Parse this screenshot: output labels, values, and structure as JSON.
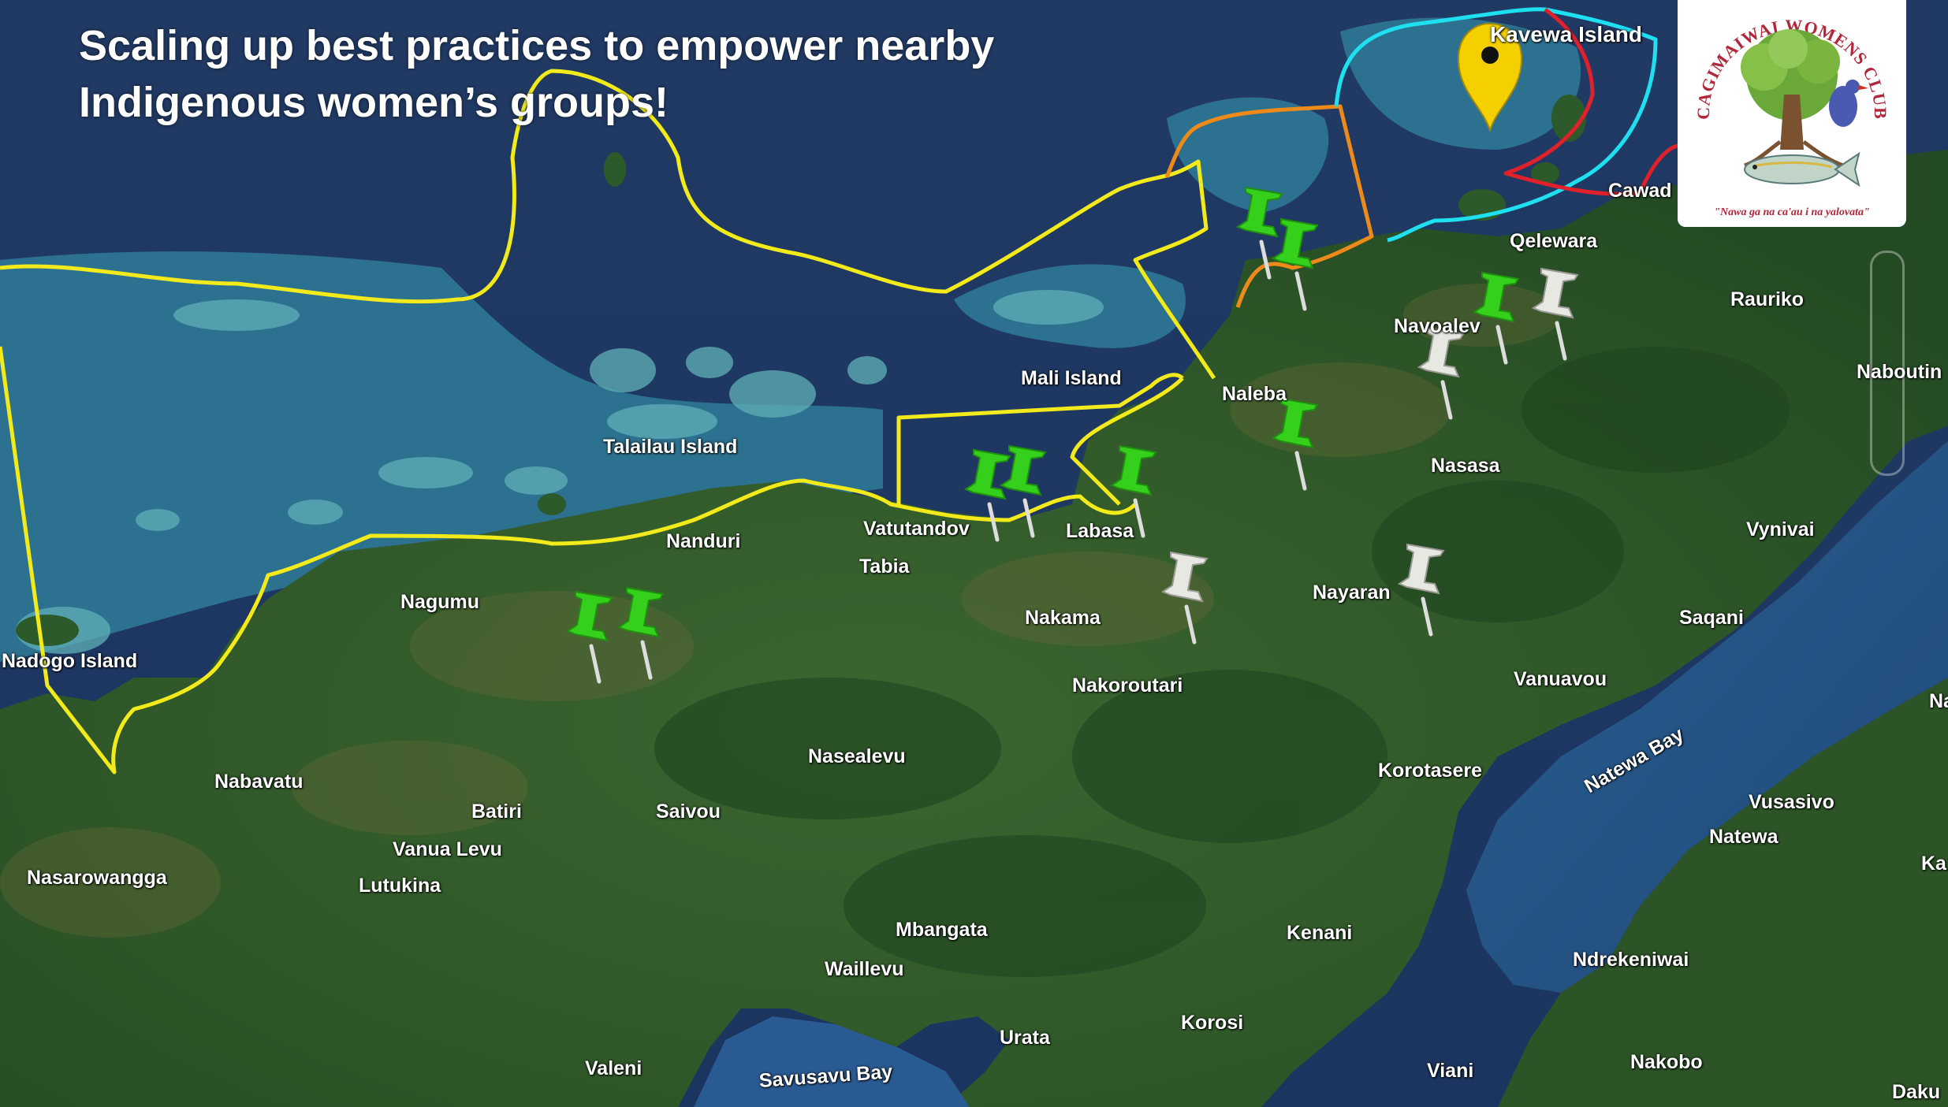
{
  "slide": {
    "title_lines": [
      "Scaling up best practices to empower nearby",
      "Indigenous women’s groups!"
    ]
  },
  "logo": {
    "name": "CAGIMAIWAI WOMENS CLUB",
    "tagline": "\"Nawa ga na ca'au i na yalovata\""
  },
  "map": {
    "colors": {
      "sea_deep": "#1d3a63",
      "sea_shallow": "#2f7a9a",
      "land": "#2f5a2a",
      "boundary_yellow": "#f2ea1a",
      "boundary_orange": "#ee8a1a",
      "boundary_cyan": "#1ee0f0",
      "boundary_red": "#e0202a",
      "pin_green": "#35d01c",
      "pin_white": "#e8e8e2",
      "marker_yellow": "#f5d000"
    },
    "place_labels": [
      "Kavewa Island",
      "Cawad",
      "Qelewara",
      "Rauriko",
      "Naboutin",
      "Navoalev",
      "Mali Island",
      "Naleba",
      "Talailau Island",
      "Nasasa",
      "Vatutandov",
      "Labasa",
      "Nanduri",
      "Tabia",
      "Vynivai",
      "Nagumu",
      "Nayaran",
      "Nakama",
      "Saqani",
      "Nadogo Island",
      "Vanuavou",
      "Nakoroutari",
      "Nasealevu",
      "Korotasere",
      "Nabavatu",
      "Natewa Bay",
      "Vusasivo",
      "Batiri",
      "Saivou",
      "Natewa",
      "Vanua Levu",
      "Nasarowangga",
      "Lutukina",
      "Mbangata",
      "Kenani",
      "Ndrekeniwai",
      "Waillevu",
      "Urata",
      "Korosi",
      "Valeni",
      "Savusavu Bay",
      "Viani",
      "Nakobo",
      "Daku",
      "Ka",
      "Na"
    ],
    "pins": [
      {
        "color": "green"
      },
      {
        "color": "green"
      },
      {
        "color": "green"
      },
      {
        "color": "green"
      },
      {
        "color": "green"
      },
      {
        "color": "green"
      },
      {
        "color": "green"
      },
      {
        "color": "green"
      },
      {
        "color": "green"
      },
      {
        "color": "white"
      },
      {
        "color": "white"
      },
      {
        "color": "white"
      },
      {
        "color": "white"
      },
      {
        "color": "yellow-location-marker"
      }
    ]
  }
}
